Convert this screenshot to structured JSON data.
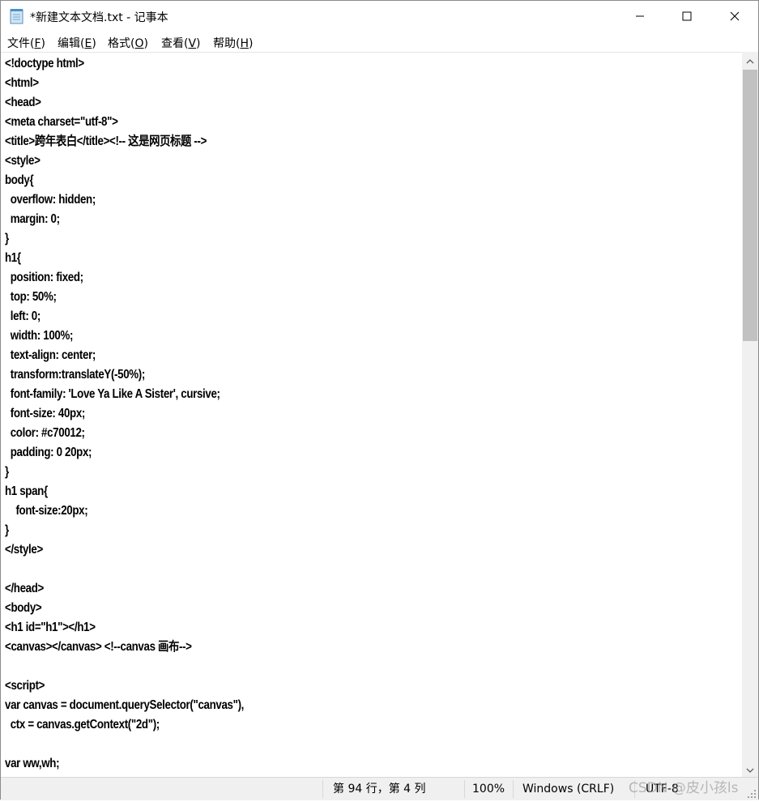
{
  "window": {
    "title": "*新建文本文档.txt - 记事本",
    "app_icon": "notepad-icon",
    "controls": {
      "minimize_icon": "minimize-icon",
      "maximize_icon": "maximize-icon",
      "close_icon": "close-icon"
    }
  },
  "menu": {
    "file": {
      "label": "文件(",
      "key": "F",
      "end": ")"
    },
    "edit": {
      "label": "编辑(",
      "key": "E",
      "end": ")"
    },
    "format": {
      "label": "格式(",
      "key": "O",
      "end": ")"
    },
    "view": {
      "label": "查看(",
      "key": "V",
      "end": ")"
    },
    "help": {
      "label": "帮助(",
      "key": "H",
      "end": ")"
    }
  },
  "editor": {
    "lines": [
      "<!doctype html>",
      "<html>",
      "<head>",
      "<meta charset=\"utf-8\">",
      "<title>跨年表白</title><!-- 这是网页标题 -->",
      "<style>",
      "body{",
      "  overflow: hidden;",
      "  margin: 0;",
      "}",
      "h1{",
      "  position: fixed;",
      "  top: 50%;",
      "  left: 0;",
      "  width: 100%;",
      "  text-align: center;",
      "  transform:translateY(-50%);",
      "  font-family: 'Love Ya Like A Sister', cursive;",
      "  font-size: 40px;",
      "  color: #c70012;",
      "  padding: 0 20px;",
      "}",
      "h1 span{",
      "    font-size:20px;",
      "}",
      "</style>",
      "",
      "</head>",
      "<body>",
      "<h1 id=\"h1\"></h1>",
      "<canvas></canvas> <!--canvas 画布-->",
      "",
      "<script>",
      "var canvas = document.querySelector(\"canvas\"),",
      "  ctx = canvas.getContext(\"2d\");",
      "",
      "var ww,wh;"
    ]
  },
  "statusbar": {
    "position": "第 94 行，第 4 列",
    "zoom": "100%",
    "line_ending": "Windows (CRLF)",
    "encoding": "UTF-8"
  },
  "watermark": "CSDN @皮小孩ls",
  "colors": {
    "statusbar_bg": "#f0f0f0",
    "scrollbar_thumb": "#c1c1c1",
    "text": "#000000"
  }
}
